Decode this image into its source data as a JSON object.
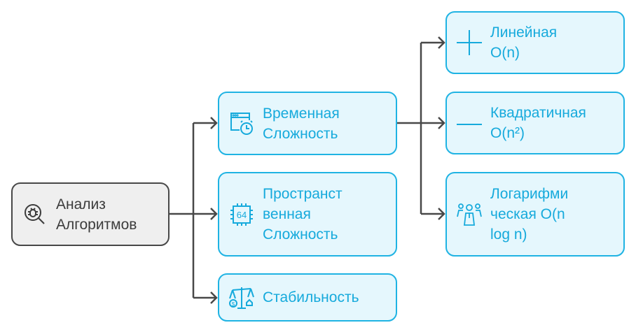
{
  "colors": {
    "accent": "#1fb3e3",
    "accent_fill": "#e5f7fd",
    "root_border": "#484848",
    "root_fill": "#efefef",
    "connector": "#484848"
  },
  "root": {
    "lines": [
      "Анализ",
      "Алгоритмов"
    ],
    "icon": "bug-search-icon"
  },
  "branches": [
    {
      "lines": [
        "Временная",
        "Сложность"
      ],
      "icon": "browser-alarm-clock-icon"
    },
    {
      "lines": [
        "Пространст",
        "венная",
        "Сложность"
      ],
      "icon": "chip-64-icon"
    },
    {
      "lines": [
        "Стабильность"
      ],
      "icon": "balance-scale-icon"
    }
  ],
  "leaves": [
    {
      "lines": [
        "Линейная",
        "O(n)"
      ],
      "icon": "plus-icon"
    },
    {
      "lines": [
        "Квадратичная",
        "O(n²)"
      ],
      "icon": "minus-icon"
    },
    {
      "lines": [
        "Логарифми",
        "ческая O(n",
        "log n)"
      ],
      "icon": "people-group-icon"
    }
  ]
}
